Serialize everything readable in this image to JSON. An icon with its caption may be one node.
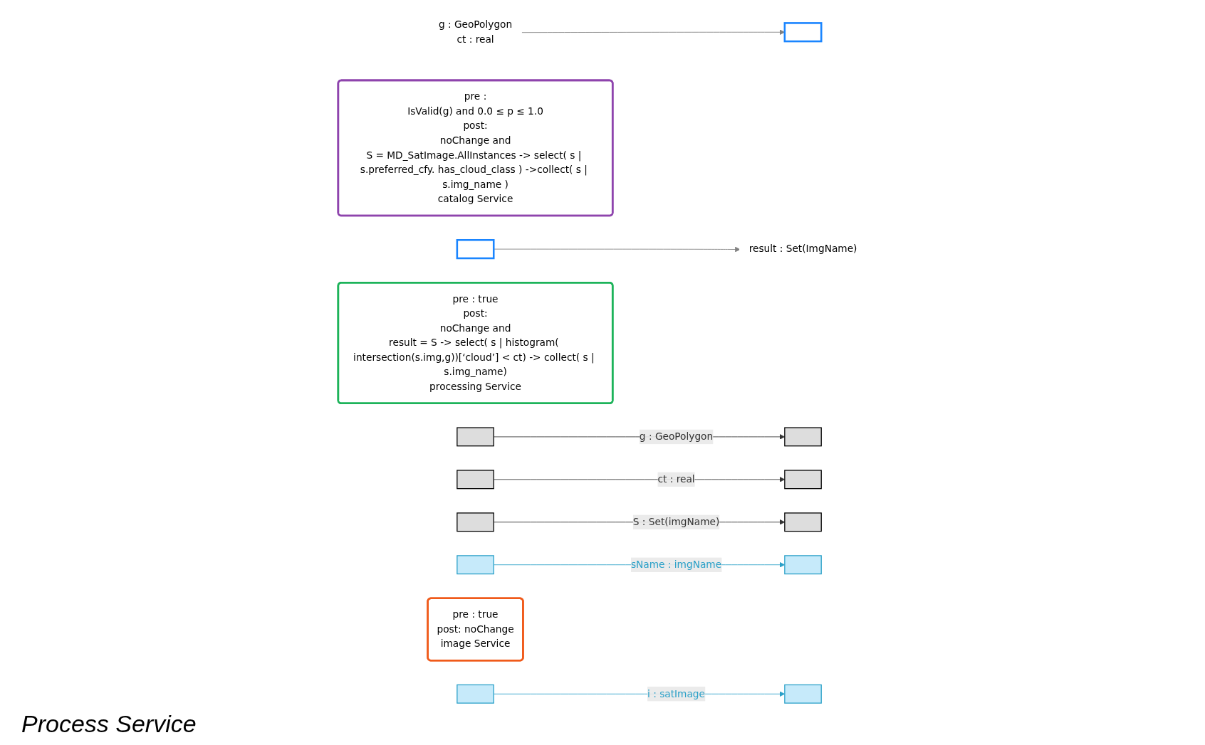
{
  "diagram": {
    "title": "Process Service",
    "nodes": [
      {
        "text": [
          "g : GeoPolygon",
          "ct : real"
        ]
      },
      {
        "text": [
          "result : Set(ImgName)"
        ]
      },
      {
        "text": [],
        "shape": "box"
      },
      {
        "text": [
          "pre :",
          "IsValid(g) and 0.0 ≤ p ≤ 1.0",
          "post:",
          "noChange and",
          "S = MD_SatImage.AllInstances -> select( s | s.preferred_cfy. has_cloud_class ) ->collect( s | s.img_name )",
          "catalog Service"
        ]
      },
      {
        "text": [],
        "shape": "box"
      },
      {
        "text": [
          "pre : true",
          "post:",
          "noChange and",
          "result = S -> select( s | histogram( intersection(s.img,g))[‘cloud’] < ct) -> collect( s | s.img_name)",
          "processing Service"
        ]
      },
      {
        "text": [],
        "shape": "box"
      },
      {
        "text": [],
        "shape": "box"
      },
      {
        "text": [],
        "shape": "box"
      },
      {
        "text": [],
        "shape": "box"
      },
      {
        "text": [],
        "shape": "box"
      },
      {
        "text": [],
        "shape": "box"
      },
      {
        "text": [],
        "shape": "box"
      },
      {
        "text": [],
        "shape": "box"
      },
      {
        "text": [
          "pre : true",
          "post: noChange",
          "image Service"
        ]
      },
      {
        "text": [],
        "shape": "box"
      },
      {
        "text": [],
        "shape": "box"
      }
    ],
    "edges": [
      {
        "from": 0,
        "to": 2,
        "arrow": "to",
        "color": "#808080"
      },
      {
        "from": 4,
        "to": 1,
        "arrow": "to",
        "color": "#808080"
      },
      {
        "from": 6,
        "to": 9,
        "arrow": "to",
        "label": "g : GeoPolygon"
      },
      {
        "from": 7,
        "to": 10,
        "arrow": "to",
        "label": "ct : real"
      },
      {
        "from": 11,
        "to": 8,
        "arrow": "to",
        "label": "S : Set(imgName)"
      },
      {
        "from": 12,
        "to": 15,
        "arrow": "to",
        "label": "sName : imgName",
        "color": "#2aa0c8"
      },
      {
        "from": 16,
        "to": 13,
        "arrow": "to",
        "label": "i : satImage",
        "color": "#2aa0c8"
      }
    ]
  }
}
